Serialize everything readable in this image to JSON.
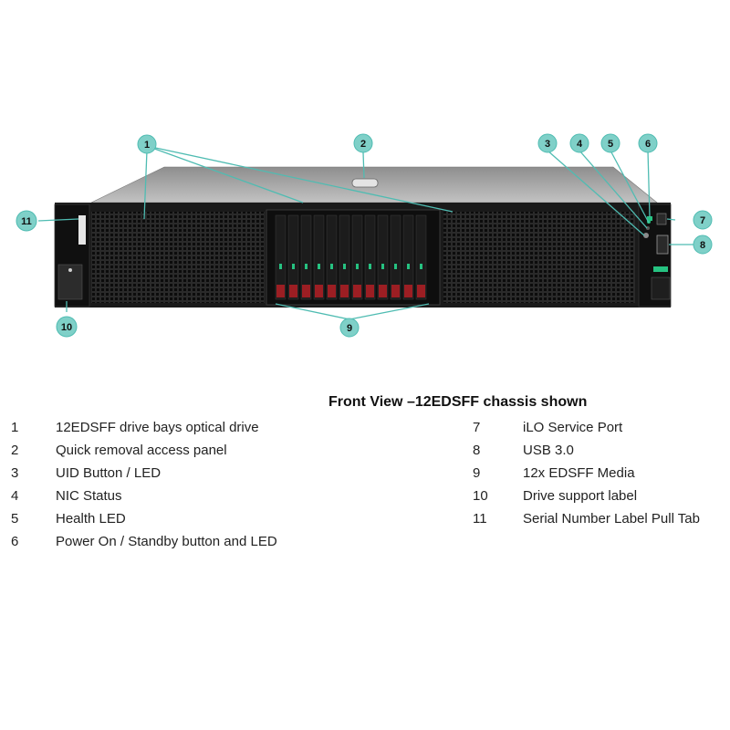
{
  "colors": {
    "callout_fill": "#7fd0c8",
    "callout_line": "#4fbcb2",
    "chassis_dark": "#1a1a1a",
    "chassis_lid": "#a7a7a7",
    "drive_accent": "#b31e24",
    "led_green": "#26c281"
  },
  "callouts": [
    {
      "num": "1"
    },
    {
      "num": "2"
    },
    {
      "num": "3"
    },
    {
      "num": "4"
    },
    {
      "num": "5"
    },
    {
      "num": "6"
    },
    {
      "num": "7"
    },
    {
      "num": "8"
    },
    {
      "num": "9"
    },
    {
      "num": "10"
    },
    {
      "num": "11"
    }
  ],
  "legend": {
    "title": "Front View –12EDSFF chassis shown",
    "left": [
      {
        "num": "1",
        "label": "12EDSFF drive bays optical drive"
      },
      {
        "num": "2",
        "label": "Quick removal access panel"
      },
      {
        "num": "3",
        "label": "UID Button / LED"
      },
      {
        "num": "4",
        "label": "NIC Status"
      },
      {
        "num": "5",
        "label": "Health LED"
      },
      {
        "num": "6",
        "label": "Power On / Standby button and LED"
      }
    ],
    "right": [
      {
        "num": "7",
        "label": "iLO Service Port"
      },
      {
        "num": "8",
        "label": "USB 3.0"
      },
      {
        "num": "9",
        "label": "12x EDSFF Media"
      },
      {
        "num": "10",
        "label": "Drive support label"
      },
      {
        "num": "11",
        "label": "Serial Number Label Pull Tab"
      }
    ]
  }
}
